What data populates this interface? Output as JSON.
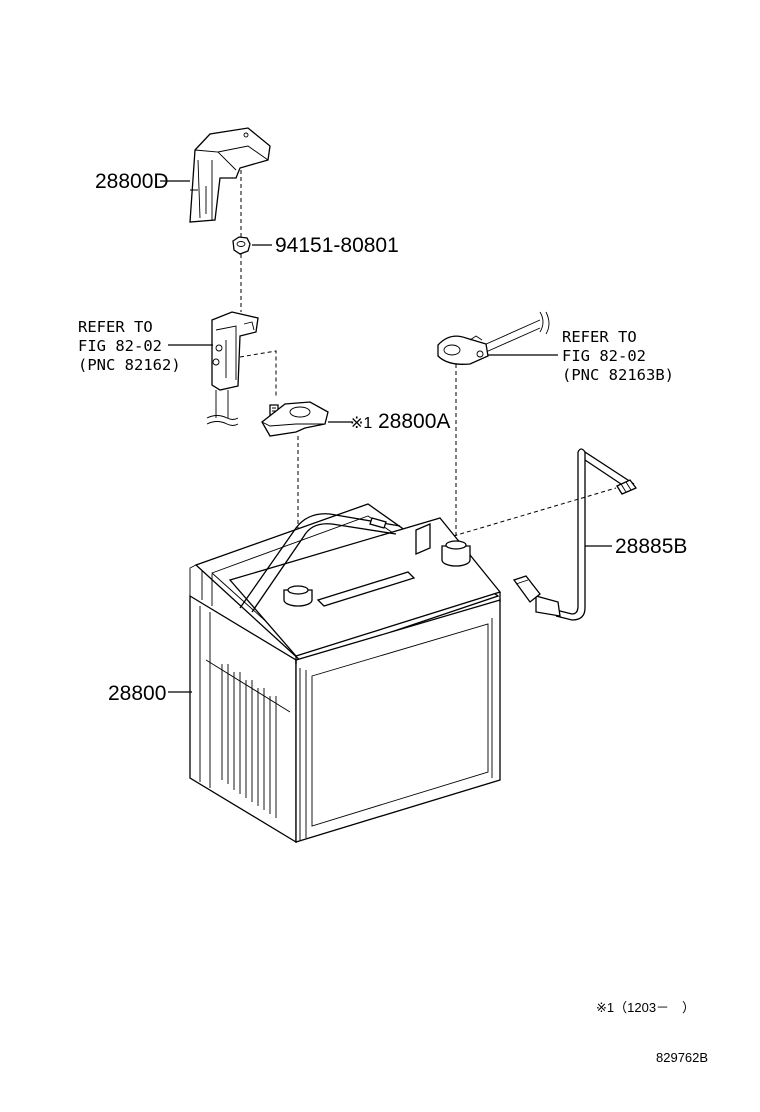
{
  "parts": {
    "cover": "28800D",
    "nut": "94151-80801",
    "clamp": "28800A",
    "clamp_note_mark": "※1",
    "rod": "28885B",
    "battery": "28800"
  },
  "refs": {
    "left": {
      "line1": "REFER TO",
      "line2": "FIG 82-02",
      "line3": "(PNC 82162)"
    },
    "right": {
      "line1": "REFER TO",
      "line2": "FIG 82-02",
      "line3": "(PNC 82163B)"
    }
  },
  "footnote": "※1（1203－　）",
  "figure_id": "829762B"
}
